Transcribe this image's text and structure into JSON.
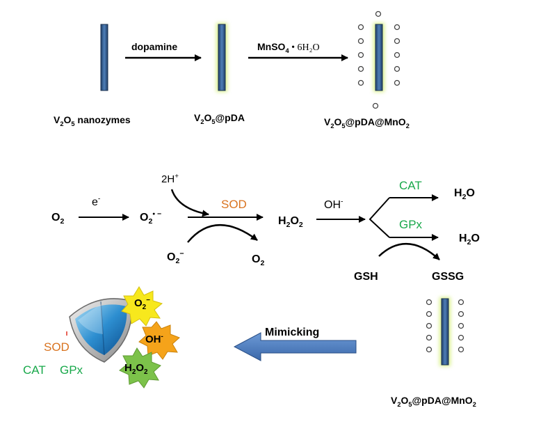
{
  "synthesis": {
    "label_v2o5": {
      "pre": "V",
      "sub1": "2",
      "mid": "O",
      "sub2": "5",
      "post": " nanozymes"
    },
    "label_pda": {
      "pre": "V",
      "sub1": "2",
      "mid": "O",
      "sub2": "5",
      "post": "@pDA"
    },
    "label_mno2": {
      "pre": "V",
      "sub1": "2",
      "mid": "O",
      "sub2": "5",
      "mid2": "@pDA@MnO",
      "sub3": "2"
    },
    "arrow1_label": "dopamine",
    "arrow2_label": {
      "pre": "MnSO",
      "sub": "4",
      "post": " • 6H₂O"
    }
  },
  "pathway": {
    "o2": {
      "pre": "O",
      "sub": "2"
    },
    "electron": {
      "pre": "e",
      "sup": "-"
    },
    "superoxide": {
      "pre": "O",
      "sub": "2",
      "sup": "• −"
    },
    "two_h": {
      "pre": "2H",
      "sup": "+"
    },
    "sod": "SOD",
    "superoxide_in": {
      "pre": "O",
      "sub": "2",
      "sup": "−"
    },
    "o2_out": {
      "pre": "O",
      "sub": "2"
    },
    "h2o2": {
      "pre": "H",
      "sub1": "2",
      "mid": "O",
      "sub2": "2"
    },
    "oh": {
      "pre": "OH",
      "sup": "-"
    },
    "cat": "CAT",
    "gpx": "GPx",
    "h2o_cat": {
      "pre": "H",
      "sub": "2",
      "post": "O"
    },
    "h2o_gpx": {
      "pre": "H",
      "sub": "2",
      "post": "O"
    },
    "gsh": "GSH",
    "gssg": "GSSG"
  },
  "bottom": {
    "mimicking": "Mimicking",
    "label_mno2_bottom": {
      "pre": "V",
      "sub1": "2",
      "mid": "O",
      "sub2": "5",
      "mid2": "@pDA@MnO",
      "sub3": "2"
    },
    "shield_sod": "SOD",
    "shield_cat": "CAT",
    "shield_gpx": "GPx",
    "star_superoxide": {
      "pre": "O",
      "sub": "2",
      "sup": "−"
    },
    "star_oh": {
      "pre": "OH",
      "sup": "-"
    },
    "star_h2o2": {
      "pre": "H",
      "sub1": "2",
      "mid": "O",
      "sub2": "2"
    }
  },
  "colors": {
    "rod": "#2f5a8f",
    "glow": "#d8f08a",
    "enzyme_orange": "#d9731f",
    "enzyme_green": "#18a84a",
    "mimic_arrow": "#4a7bc0",
    "star_yellow": "#f7e81d",
    "star_orange": "#f5a31a",
    "star_green": "#7cc24a"
  }
}
